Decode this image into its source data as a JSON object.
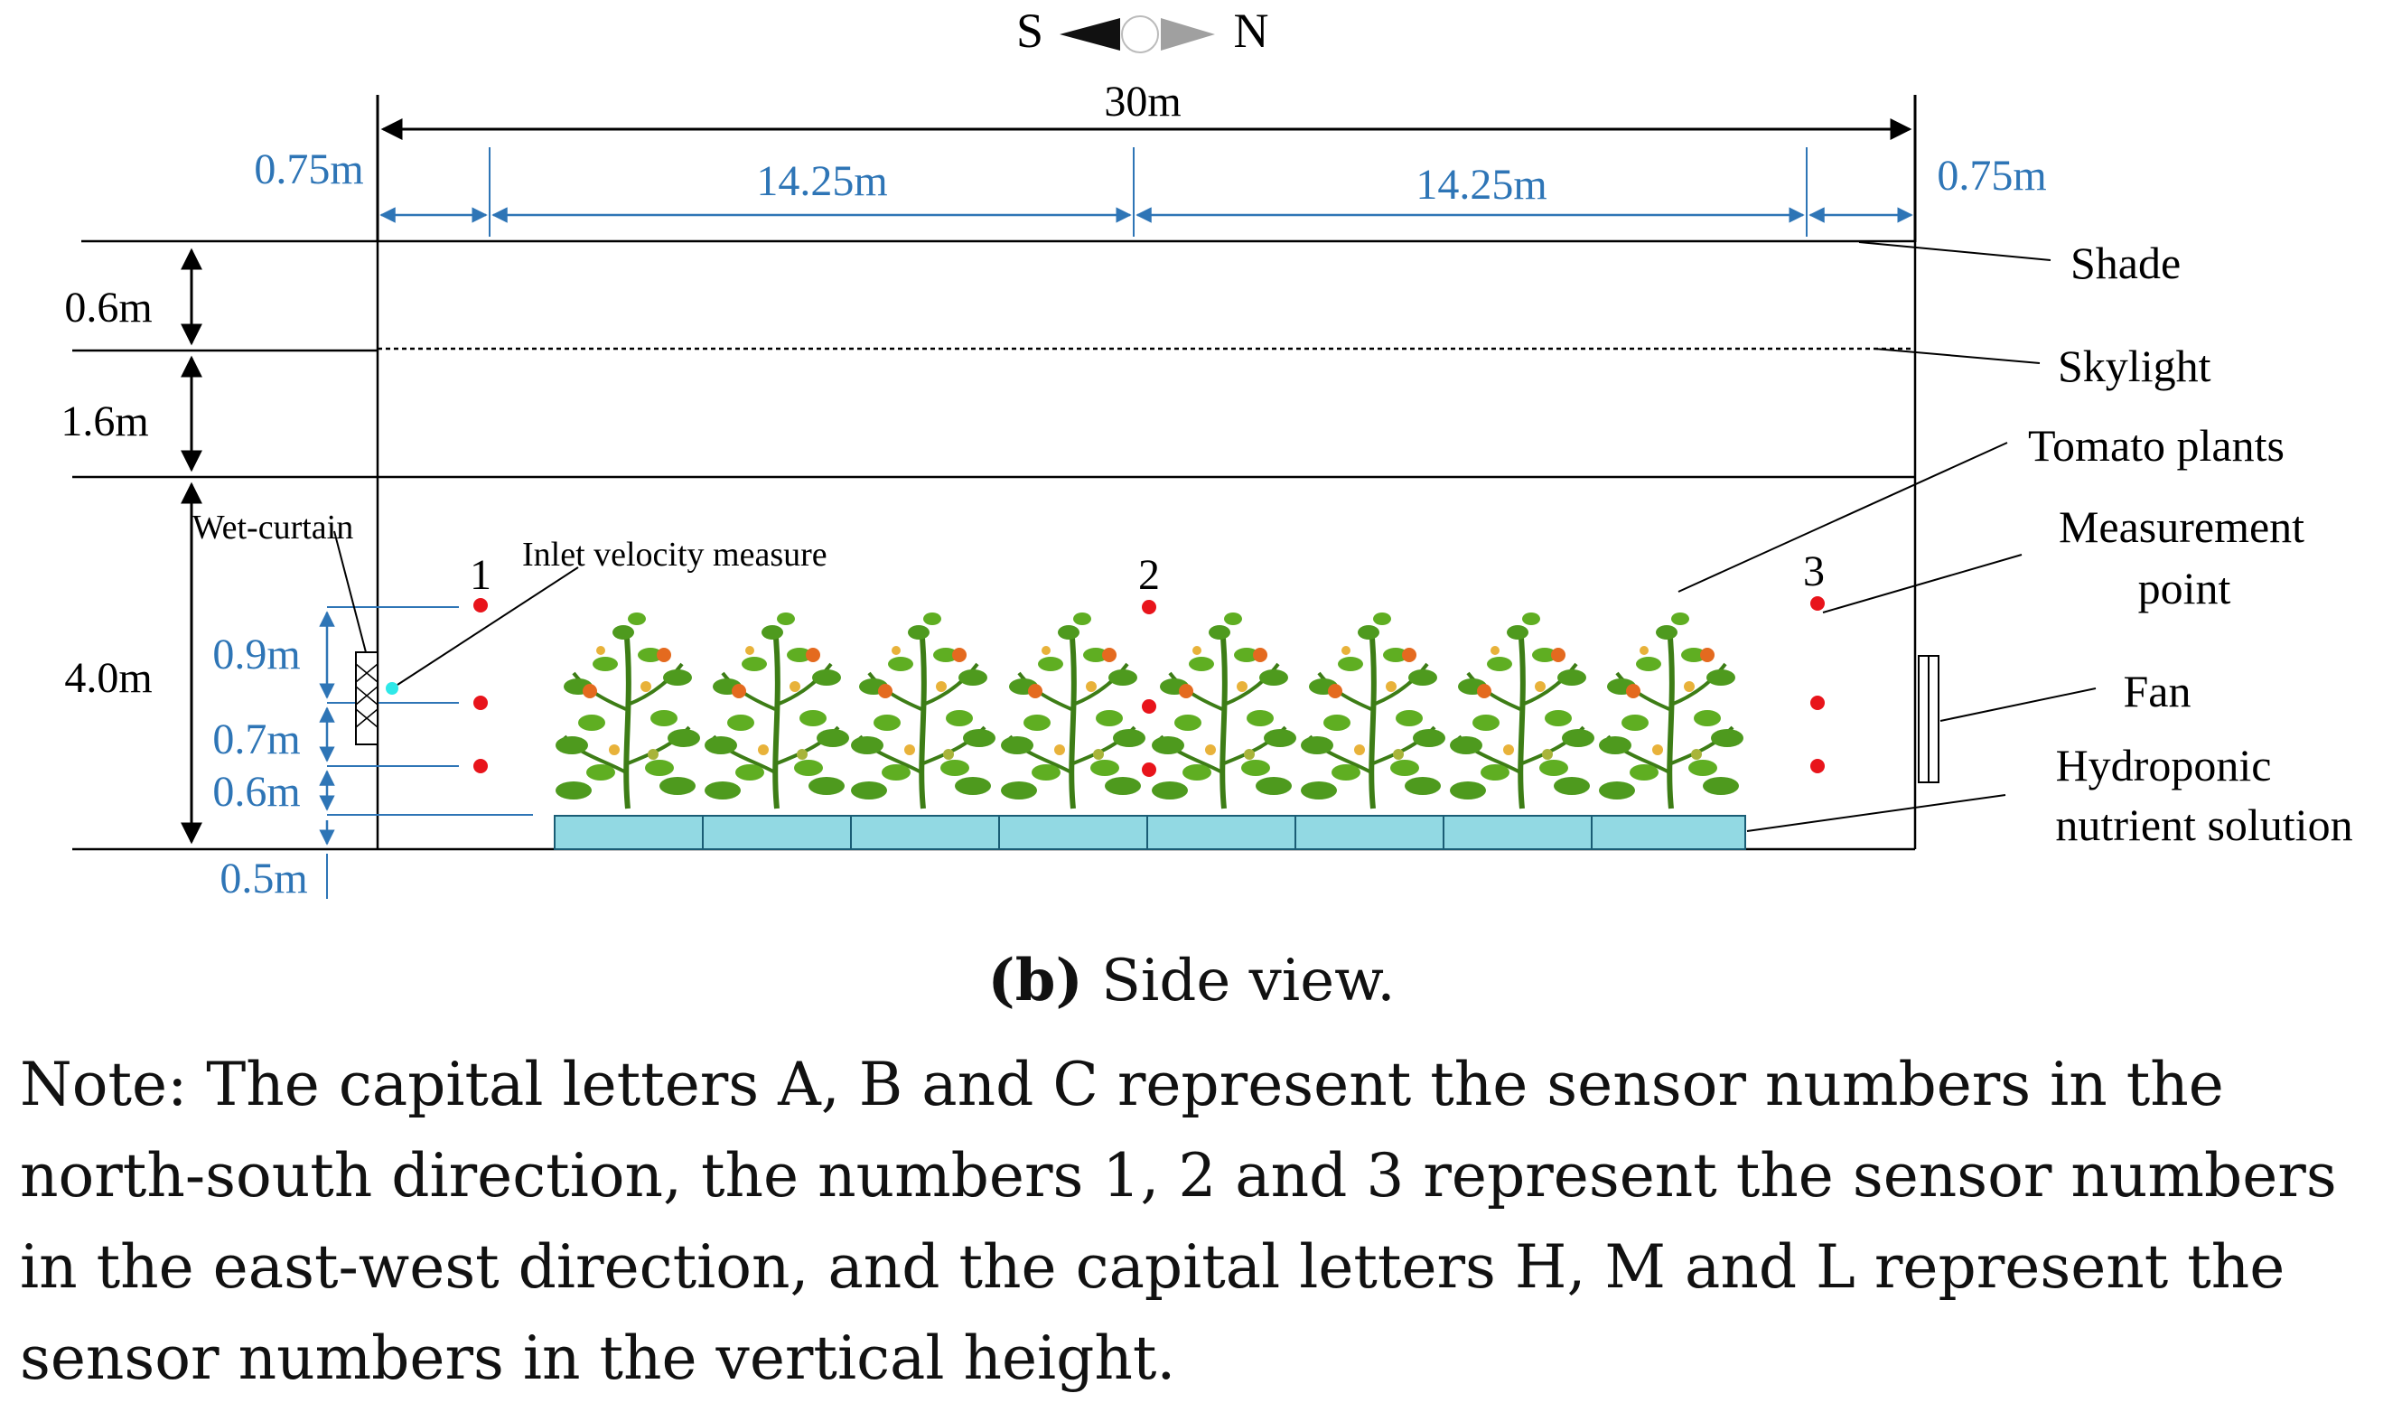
{
  "compass": {
    "left": "S",
    "right": "N"
  },
  "dimensions": {
    "total_width": "30m",
    "segments": [
      "0.75m",
      "14.25m",
      "14.25m",
      "0.75m"
    ],
    "heights": [
      "0.6m",
      "1.6m",
      "4.0m"
    ],
    "sensor_heights": [
      "0.9m",
      "0.7m",
      "0.6m",
      "0.5m"
    ]
  },
  "labels": {
    "shade": "Shade",
    "skylight": "Skylight",
    "tomato_plants": "Tomato plants",
    "measurement_point_1": "Measurement",
    "measurement_point_2": "point",
    "fan": "Fan",
    "hydroponic_1": "Hydroponic",
    "hydroponic_2": "nutrient solution",
    "wet_curtain": "Wet-curtain",
    "inlet_velocity": "Inlet  velocity  measure"
  },
  "columns": [
    "1",
    "2",
    "3"
  ],
  "caption": {
    "bold": "(b)",
    "text": " Side view."
  },
  "note": "Note: The capital letters A, B and C represent the sensor numbers in the north-south direction, the numbers 1, 2 and 3 represent the sensor numbers in the east-west direction, and the capital letters H, M and L represent the sensor numbers in the vertical height.",
  "colors": {
    "dimension_blue": "#2e75b6",
    "sensor_red": "#e8141b",
    "inlet_cyan": "#2ee8e8",
    "trough": "#92d9e3",
    "leaf": "#4e9a1e",
    "fruit": "#e46a1f"
  }
}
